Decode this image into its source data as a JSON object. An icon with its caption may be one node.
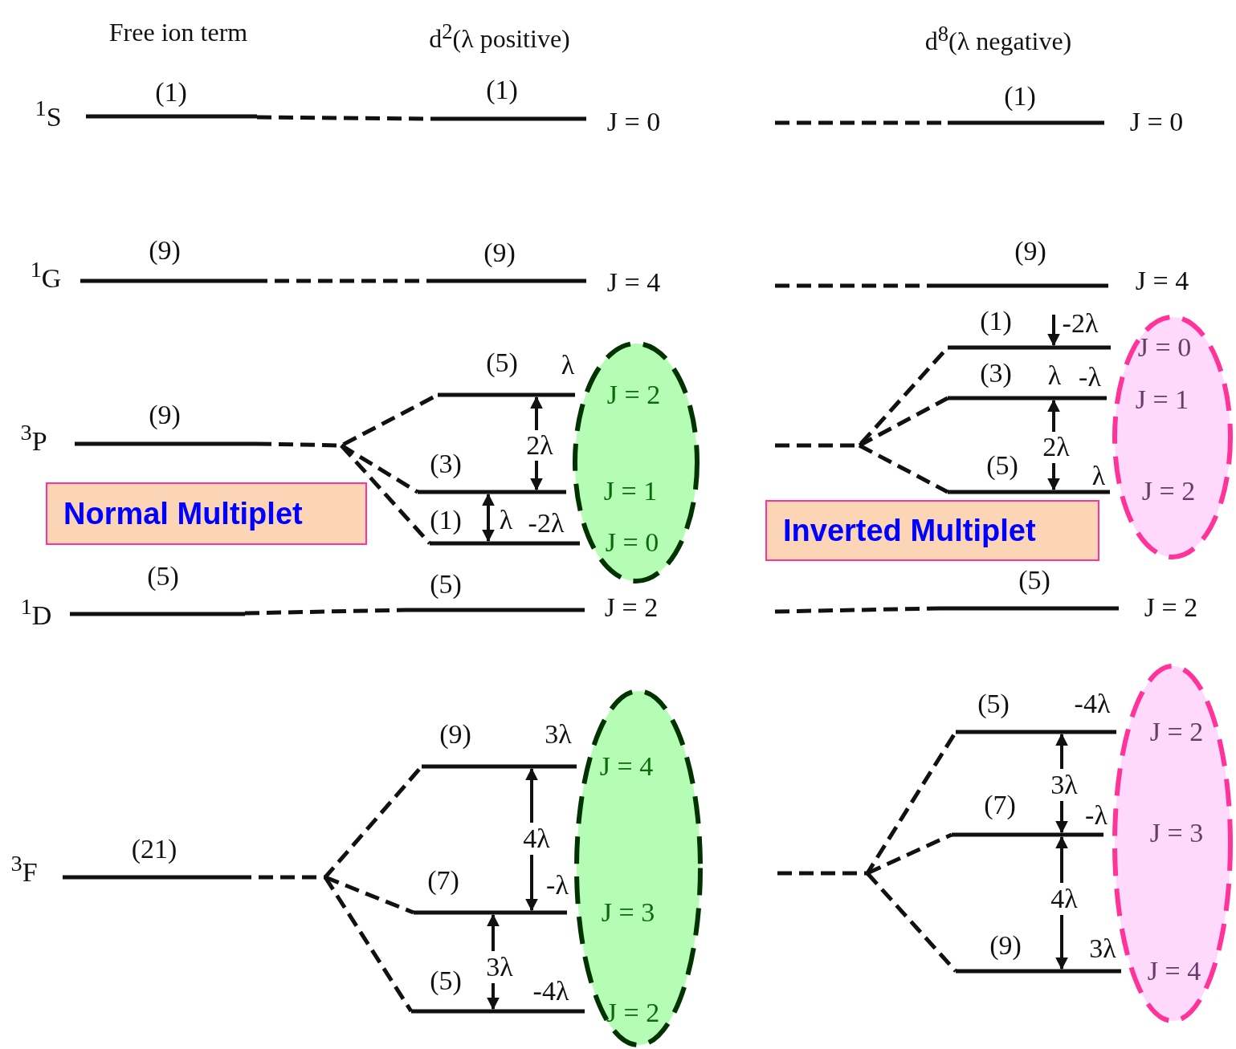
{
  "diagram": {
    "nodes": [
      {
        "text": [
          "J = 2",
          "J = 1",
          "J = 0"
        ]
      },
      {
        "text": [
          "Normal Multiplet"
        ]
      },
      {
        "text": [
          "J = 0",
          "J = 1",
          "J = 2"
        ]
      },
      {
        "text": [
          "Inverted Multiplet"
        ]
      },
      {
        "text": [
          "J = 4",
          "J = 3",
          "J = 2"
        ]
      },
      {
        "text": [
          "J = 2",
          "J = 3",
          "J = 4"
        ]
      }
    ],
    "labels": [
      "Free ion term",
      "d$^{2}$(λ positive)",
      "d$^{8}$(λ negative)",
      "$^{1}$S",
      "(1)",
      "(1)",
      "(1)",
      "J = 0",
      "J = 0",
      "$^{1}$G",
      "(9)",
      "(9)",
      "(9)",
      "J = 4",
      "J = 4",
      "(1)",
      "-2λ",
      "(5)",
      "λ",
      "(3)",
      "λ",
      "-λ",
      "(9)",
      "$^{3}$P",
      "2λ",
      "2λ",
      "(3)",
      "(5)",
      "λ",
      "(1)",
      "λ",
      "-2λ",
      "(5)",
      "(5)",
      "(5)",
      "$^{1}$D",
      "J = 2",
      "J = 2",
      "(5)",
      "-4λ",
      "(9)",
      "3λ",
      "3λ",
      "(7)",
      "-λ",
      "4λ",
      "$^{3}$F",
      "(21)",
      "(7)",
      "-λ",
      "4λ",
      "(9)",
      "3λ",
      "(5)",
      "3λ",
      "-4λ"
    ]
  }
}
